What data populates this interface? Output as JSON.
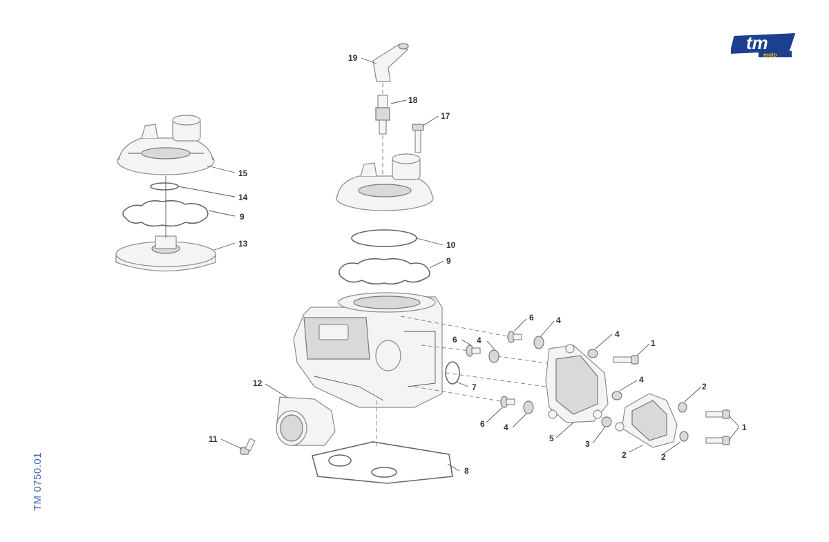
{
  "document_code": "TM 0750.01",
  "logo": {
    "text": "tm",
    "subtext": "moto",
    "color": "#1d3f8f",
    "accent": "#f5c400"
  },
  "callouts": [
    "1",
    "1",
    "2",
    "2",
    "3",
    "4",
    "4",
    "4",
    "4",
    "4",
    "5",
    "6",
    "6",
    "6",
    "7",
    "8",
    "9",
    "9",
    "10",
    "11",
    "12",
    "13",
    "14",
    "15",
    "17",
    "18",
    "19"
  ]
}
